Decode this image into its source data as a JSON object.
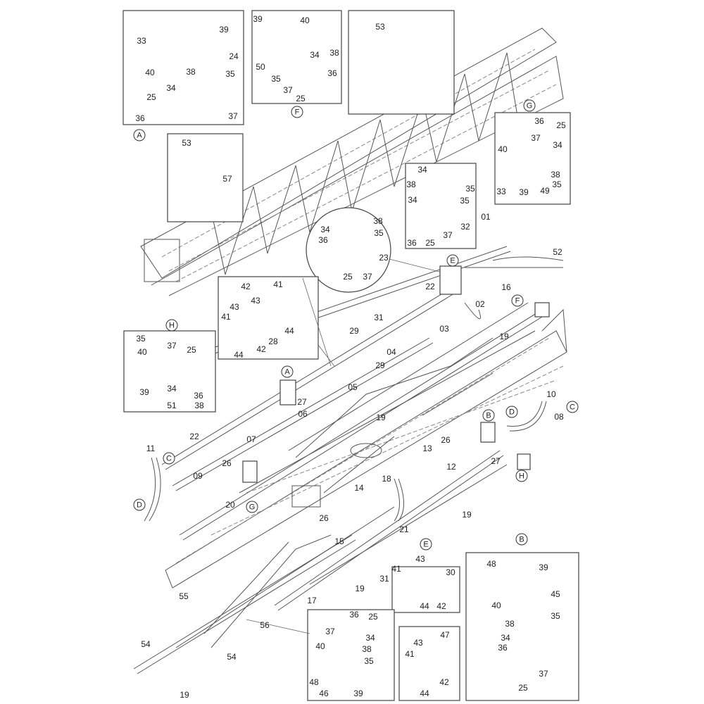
{
  "diagram": {
    "title": "Boom plumbing exploded parts diagram",
    "detail_circles": [
      "A",
      "F",
      "G",
      "E",
      "H",
      "C",
      "D",
      "B",
      "D",
      "G",
      "C",
      "H",
      "B",
      "E",
      "A",
      "F"
    ],
    "callout_labels": [
      "33",
      "39",
      "40",
      "24",
      "38",
      "35",
      "34",
      "25",
      "36",
      "37",
      "39",
      "40",
      "50",
      "34",
      "38",
      "35",
      "36",
      "37",
      "25",
      "53",
      "53",
      "57",
      "36",
      "25",
      "37",
      "34",
      "40",
      "38",
      "33",
      "39",
      "49",
      "35",
      "34",
      "38",
      "34",
      "35",
      "35",
      "32",
      "37",
      "36",
      "25",
      "34",
      "38",
      "36",
      "35",
      "23",
      "25",
      "37",
      "01",
      "52",
      "16",
      "22",
      "02",
      "31",
      "03",
      "04",
      "19",
      "29",
      "29",
      "05",
      "27",
      "06",
      "19",
      "07",
      "22",
      "26",
      "11",
      "09",
      "20",
      "10",
      "08",
      "26",
      "13",
      "27",
      "12",
      "18",
      "14",
      "19",
      "21",
      "26",
      "15",
      "19",
      "17",
      "55",
      "56",
      "54",
      "54",
      "19",
      "43",
      "41",
      "31",
      "30",
      "44",
      "42",
      "43",
      "47",
      "41",
      "44",
      "42",
      "48",
      "39",
      "45",
      "40",
      "35",
      "38",
      "34",
      "36",
      "25",
      "37",
      "36",
      "25",
      "37",
      "34",
      "40",
      "38",
      "48",
      "35",
      "46",
      "39",
      "42",
      "41",
      "43",
      "43",
      "41",
      "44",
      "28",
      "42",
      "44",
      "35",
      "37",
      "25",
      "40",
      "34",
      "36",
      "39",
      "51",
      "38"
    ]
  }
}
